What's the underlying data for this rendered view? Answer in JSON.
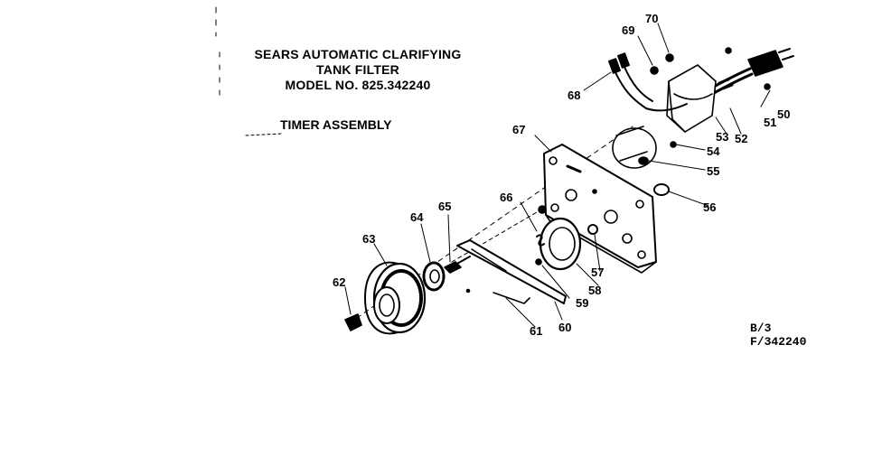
{
  "title_lines": [
    "SEARS AUTOMATIC CLARIFYING",
    "TANK FILTER",
    "MODEL NO. 825.342240"
  ],
  "assembly_label": "TIMER ASSEMBLY",
  "drawing_code": [
    "B/3",
    "F/342240"
  ],
  "callouts": {
    "p50": "50",
    "p51": "51",
    "p52": "52",
    "p53": "53",
    "p54": "54",
    "p55": "55",
    "p56": "56",
    "p57": "57",
    "p58": "58",
    "p59": "59",
    "p60": "60",
    "p61": "61",
    "p62": "62",
    "p63": "63",
    "p64": "64",
    "p65": "65",
    "p66": "66",
    "p67": "67",
    "p68": "68",
    "p69": "69",
    "p70": "70"
  }
}
